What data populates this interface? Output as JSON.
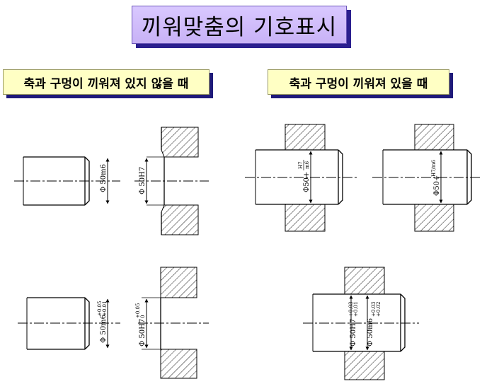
{
  "title": "끼워맞춤의 기호표시",
  "left_heading": "축과 구멍이 끼워져 있지 않을 때",
  "right_heading": "축과 구멍이 끼워져 있을 때",
  "labels": {
    "shaft_m6": "Φ 50m6",
    "hole_H7": "Φ 50H7",
    "fit_frac_prefix": "Φ50+",
    "fit_frac_num": "H7",
    "fit_frac_den": "m6",
    "fit_slash_prefix": "Φ50+",
    "fit_slash_text": "H7/m6",
    "shaft_tol_base": "Φ 50m6",
    "shaft_tol_upper": "+0.05",
    "shaft_tol_lower": "+0.01",
    "hole_tol_base": "Φ 50H7",
    "hole_tol_upper": "+0.05",
    "hole_tol_lower": "0",
    "fit_hole_base": "Φ 50H7",
    "fit_hole_upper": "+0.03",
    "fit_hole_lower": "+0.01",
    "fit_shaft_base": "Φ 50m6",
    "fit_shaft_upper": "+0.03",
    "fit_shaft_lower": "+0.02"
  }
}
